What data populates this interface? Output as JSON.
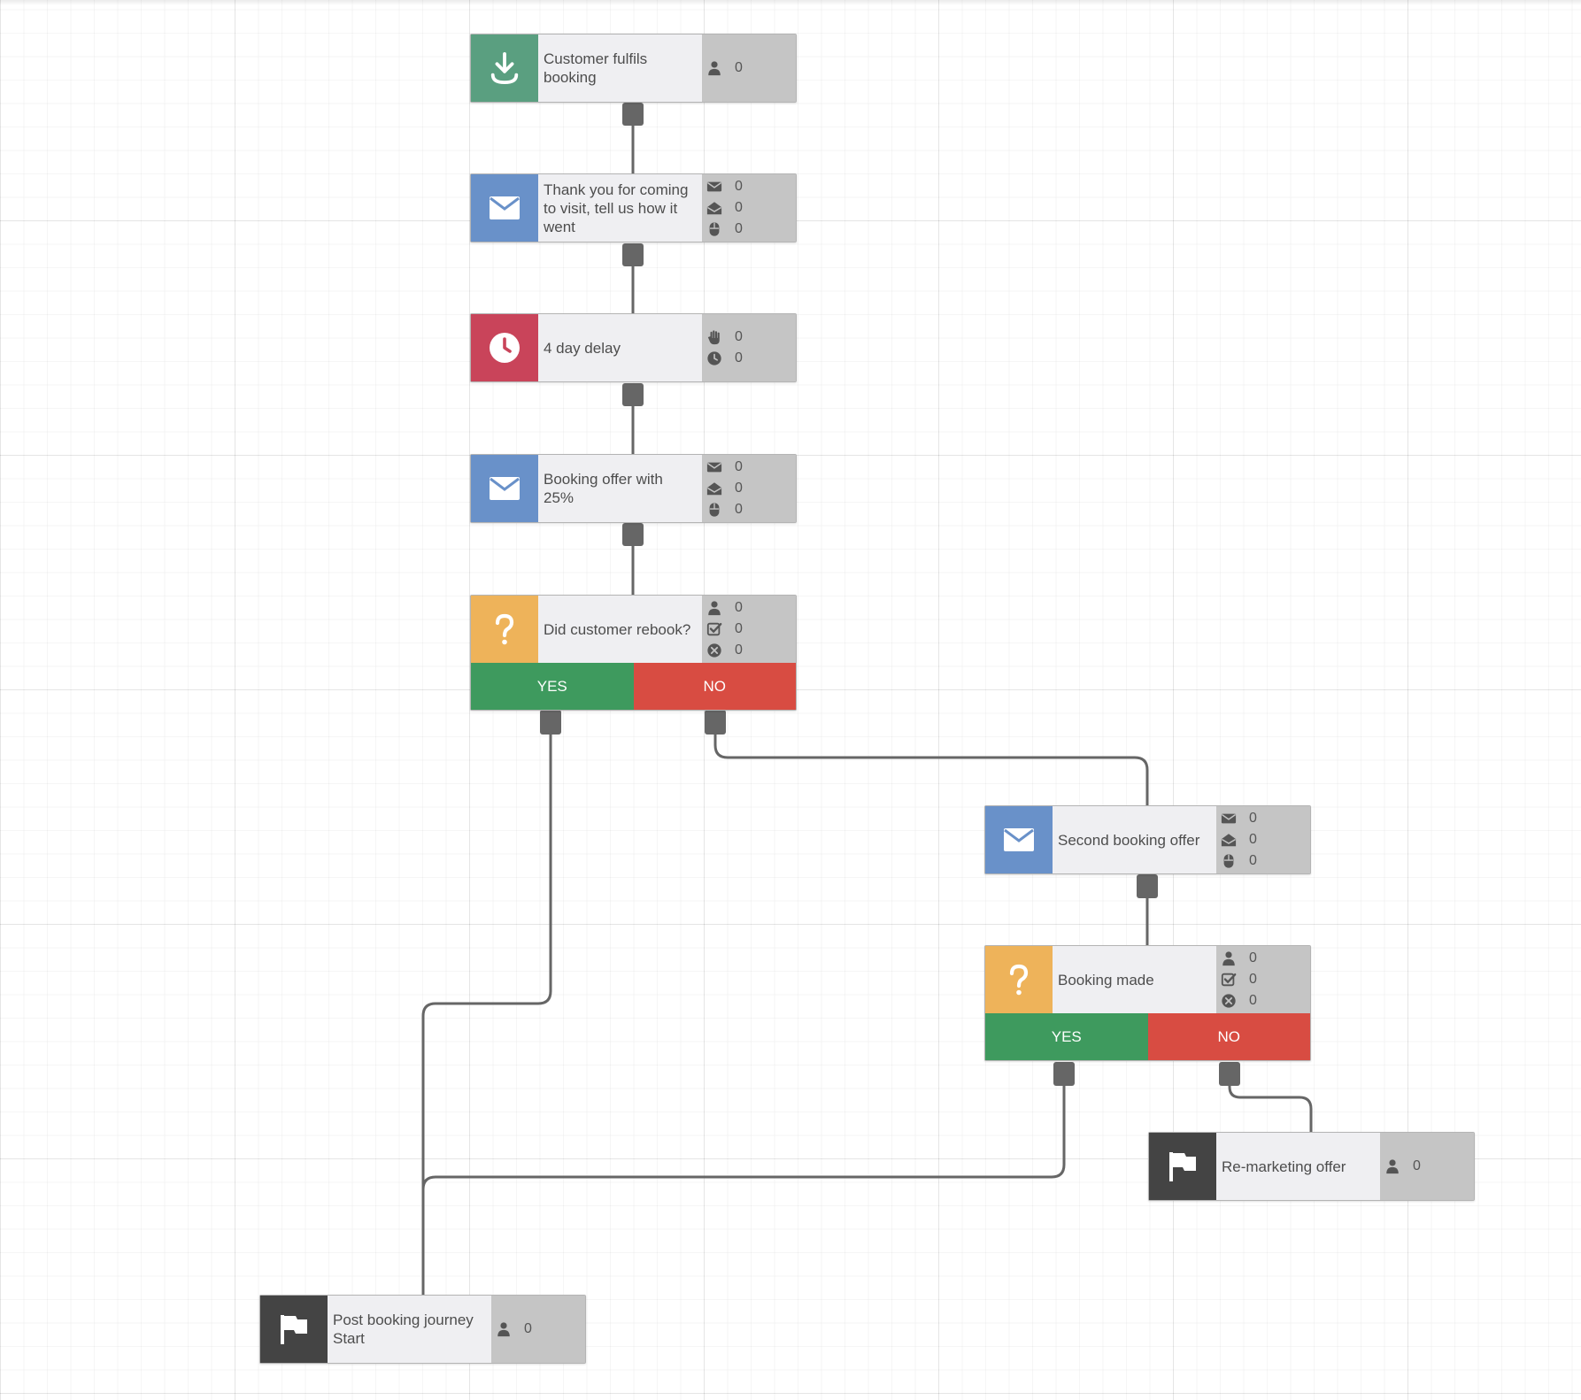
{
  "colors": {
    "trigger": "#5a9f80",
    "email": "#6991c9",
    "delay": "#c9445a",
    "decision": "#eeb35a",
    "end": "#444444",
    "yes": "#3e9a5e",
    "no": "#d84c42",
    "connector": "#666666"
  },
  "nodes": {
    "customer_fulfils": {
      "label": "Customer fulfils\nbooking",
      "icon": "download-icon",
      "stats": [
        {
          "icon": "person-icon",
          "value": "0"
        }
      ]
    },
    "thank_you_email": {
      "label": "Thank you for coming\nto visit, tell us how it\nwent",
      "icon": "envelope-icon",
      "stats": [
        {
          "icon": "envelope-closed-icon",
          "value": "0"
        },
        {
          "icon": "envelope-open-icon",
          "value": "0"
        },
        {
          "icon": "mouse-icon",
          "value": "0"
        }
      ]
    },
    "day_delay": {
      "label": "4 day delay",
      "icon": "clock-icon",
      "stats": [
        {
          "icon": "hand-icon",
          "value": "0"
        },
        {
          "icon": "clock-small-icon",
          "value": "0"
        }
      ]
    },
    "booking_offer": {
      "label": "Booking offer with\n25%",
      "icon": "envelope-icon",
      "stats": [
        {
          "icon": "envelope-closed-icon",
          "value": "0"
        },
        {
          "icon": "envelope-open-icon",
          "value": "0"
        },
        {
          "icon": "mouse-icon",
          "value": "0"
        }
      ]
    },
    "did_rebook": {
      "label": "Did customer rebook?",
      "icon": "question-icon",
      "yes_label": "YES",
      "no_label": "NO",
      "stats": [
        {
          "icon": "person-icon",
          "value": "0"
        },
        {
          "icon": "check-icon",
          "value": "0"
        },
        {
          "icon": "cross-circle-icon",
          "value": "0"
        }
      ]
    },
    "second_offer": {
      "label": "Second booking offer",
      "icon": "envelope-icon",
      "stats": [
        {
          "icon": "envelope-closed-icon",
          "value": "0"
        },
        {
          "icon": "envelope-open-icon",
          "value": "0"
        },
        {
          "icon": "mouse-icon",
          "value": "0"
        }
      ]
    },
    "booking_made": {
      "label": "Booking made",
      "icon": "question-icon",
      "yes_label": "YES",
      "no_label": "NO",
      "stats": [
        {
          "icon": "person-icon",
          "value": "0"
        },
        {
          "icon": "check-icon",
          "value": "0"
        },
        {
          "icon": "cross-circle-icon",
          "value": "0"
        }
      ]
    },
    "remarketing": {
      "label": "Re-marketing offer",
      "icon": "flag-icon",
      "stats": [
        {
          "icon": "person-icon",
          "value": "0"
        }
      ]
    },
    "post_booking": {
      "label": "Post booking journey\nStart",
      "icon": "flag-icon",
      "stats": [
        {
          "icon": "person-icon",
          "value": "0"
        }
      ]
    }
  }
}
